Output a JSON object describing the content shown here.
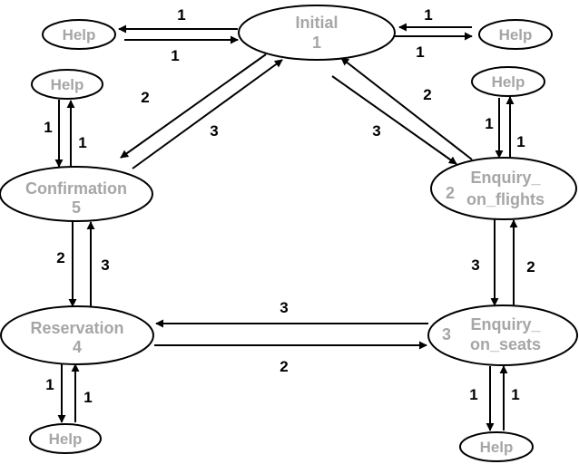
{
  "nodes": {
    "initial": {
      "name": "Initial",
      "number": "1"
    },
    "confirmation": {
      "name": "Confirmation",
      "number": "5"
    },
    "enquiry_flights": {
      "name_line1": "Enquiry_",
      "name_line2": "on_flights",
      "number": "2"
    },
    "reservation": {
      "name": "Reservation",
      "number": "4"
    },
    "enquiry_seats": {
      "name_line1": "Enquiry_",
      "name_line2": "on_seats",
      "number": "3"
    }
  },
  "help_label": "Help",
  "edges": {
    "initial_to_help": "1",
    "help_to_initial": "1",
    "initial_to_help_right": "1",
    "help_right_to_initial": "1",
    "initial_to_confirmation": "2",
    "confirmation_to_initial": "3",
    "initial_to_enquiry_flights": "3",
    "enquiry_flights_to_initial": "2",
    "confirmation_to_help": "1",
    "help_to_confirmation": "1",
    "enquiry_flights_to_help": "1",
    "help_to_enquiry_flights": "1",
    "confirmation_to_reservation": "2",
    "reservation_to_confirmation": "3",
    "enquiry_flights_to_seats": "3",
    "seats_to_enquiry_flights": "2",
    "seats_to_reservation": "3",
    "reservation_to_seats": "2",
    "reservation_to_help": "1",
    "help_to_reservation": "1",
    "seats_to_help": "1",
    "help_to_seats": "1"
  }
}
